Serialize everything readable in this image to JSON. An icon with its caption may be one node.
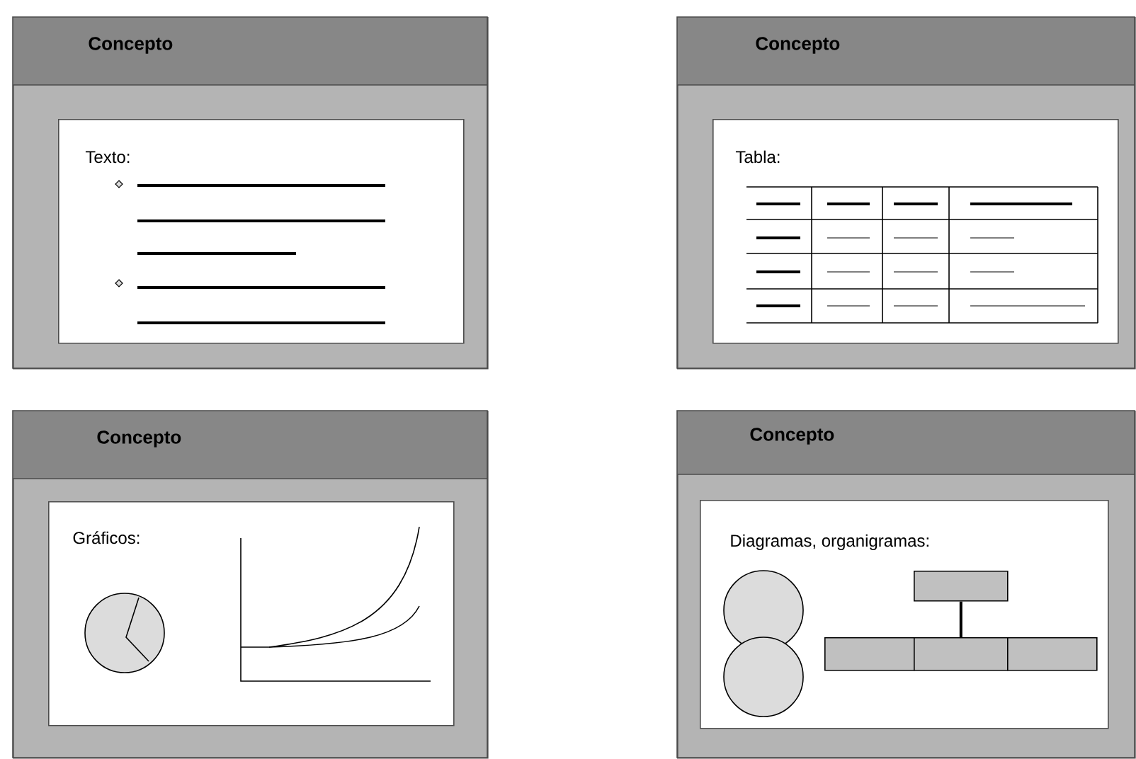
{
  "diagram": {
    "nodes": [
      {
        "text": [
          "Concepto"
        ]
      },
      {
        "text": [
          "Texto:"
        ],
        "in": 0
      },
      {
        "text": [
          "Concepto"
        ]
      },
      {
        "text": [
          "Tabla:"
        ],
        "in": 2
      },
      {
        "text": [
          "Concepto"
        ]
      },
      {
        "text": [
          "Gráficos:"
        ],
        "in": 4
      },
      {
        "text": [
          "Concepto"
        ]
      },
      {
        "text": [
          "Diagramas, organigramas:"
        ],
        "in": 6
      },
      {
        "text": [],
        "shape": "box",
        "in": 7
      },
      {
        "text": [],
        "shape": "box",
        "in": 7
      },
      {
        "text": [],
        "shape": "box",
        "in": 7
      },
      {
        "text": [],
        "shape": "box",
        "in": 7
      }
    ],
    "edges": [
      {
        "from": 8,
        "to": 10,
        "arrow": "none"
      }
    ]
  }
}
